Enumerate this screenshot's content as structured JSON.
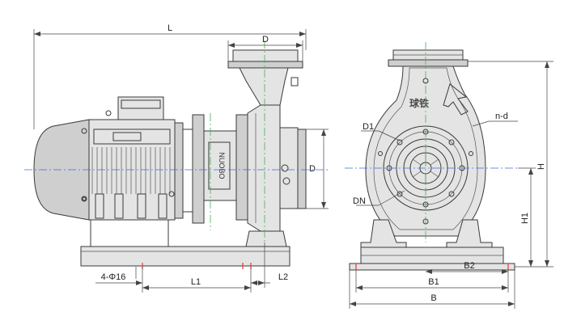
{
  "dimensions": {
    "L": "L",
    "D_top": "D",
    "D_side": "D",
    "L1": "L1",
    "L2": "L2",
    "holes": "4-Φ16",
    "H": "H",
    "H1": "H1",
    "B": "B",
    "B1": "B1",
    "B2": "B2",
    "D1": "D1",
    "DN": "DN",
    "nd": "n-d"
  },
  "labels": {
    "casting_mark": "球铁"
  },
  "colors": {
    "line": "#3a3a3a",
    "centerline_green": "#4caf50",
    "centerline_blue": "#3b6fd8",
    "marker_red": "#e53935"
  }
}
